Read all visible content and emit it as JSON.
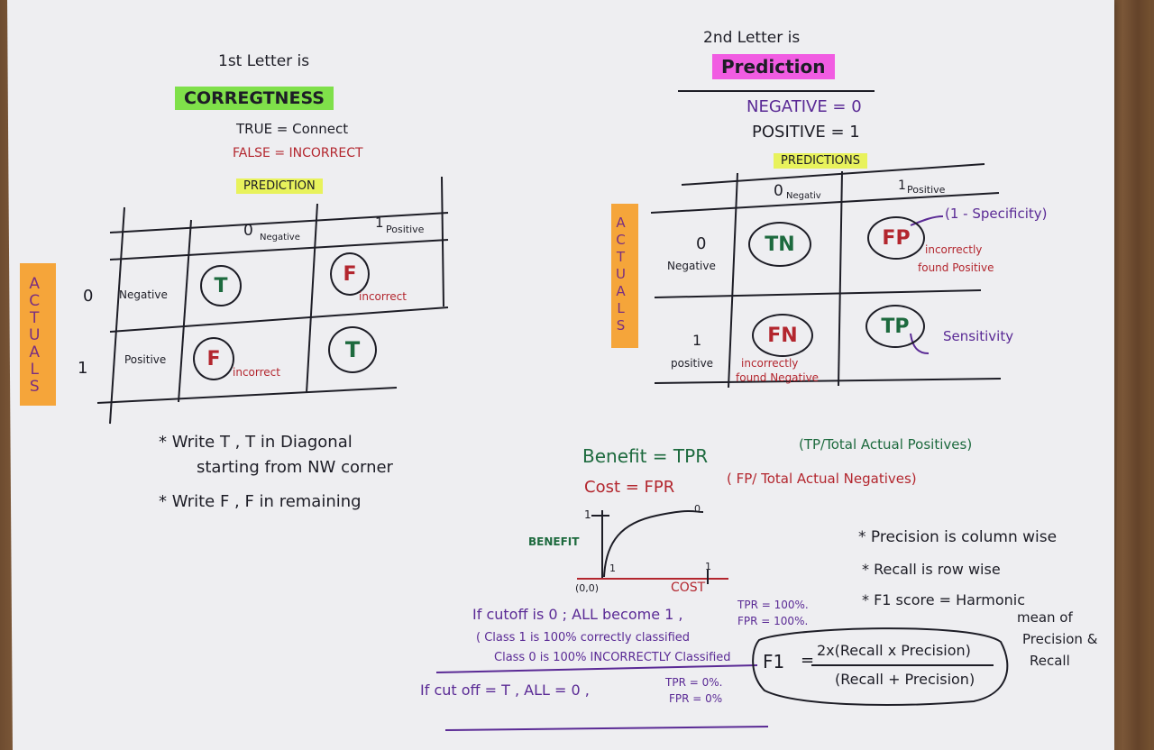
{
  "left": {
    "heading_1st": "1st Letter is",
    "correctness": "CORREGTNESS",
    "true_line": "TRUE = Connect",
    "false_line": "FALSE = INCORRECT",
    "prediction_hdr": "PREDICTION",
    "col0_num": "0",
    "col0_lbl": "Negative",
    "col1_num": "1",
    "col1_lbl": "Positive",
    "row0_num": "0",
    "row0_lbl": "Negative",
    "row1_num": "1",
    "row1_lbl": "Positive",
    "actuals": [
      "A",
      "C",
      "T",
      "U",
      "A",
      "L",
      "S"
    ],
    "cell_tn": "T",
    "cell_fp": "F",
    "cell_fp_note": "incorrect",
    "cell_fn": "F",
    "cell_fn_note": "incorrect",
    "cell_tp": "T",
    "note1_l1": "* Write T , T in Diagonal",
    "note1_l2": "starting from NW corner",
    "note2": "* Write F , F in remaining"
  },
  "right": {
    "heading_2nd": "2nd Letter is",
    "prediction": "Prediction",
    "neg_line": "NEGATIVE = 0",
    "pos_line": "POSITIVE = 1",
    "predictions_hdr": "PREDICTIONS",
    "col0_num": "0",
    "col0_lbl": "Negativ",
    "col1_num": "1",
    "col1_lbl": "Positive",
    "row0_num": "0",
    "row0_lbl": "Negative",
    "row1_num": "1",
    "row1_lbl": "positive",
    "actuals": [
      "A",
      "C",
      "T",
      "U",
      "A",
      "L",
      "S"
    ],
    "tn": "TN",
    "fp": "FP",
    "fp_note_l1": "incorrectly",
    "fp_note_l2": "found Positive",
    "specificity": "(1 - Specificity)",
    "fn": "FN",
    "fn_note_l1": "incorrectly",
    "fn_note_l2": "found Negative",
    "tp": "TP",
    "sensitivity": "Sensitivity"
  },
  "formulas": {
    "benefit": "Benefit = TPR",
    "benefit_paren": "(TP/Total Actual Positives)",
    "cost": "Cost = FPR",
    "cost_paren": "( FP/ Total Actual Negatives)",
    "graph_y_top": "1",
    "graph_y_lbl": "BENEFIT",
    "graph_curve_end": "0",
    "graph_origin": "(0,0)",
    "graph_x_one": "1",
    "graph_inner_one": "1",
    "graph_x_lbl": "COST",
    "cutoff0_l1": "If cutoff is 0 ; ALL become 1 ,",
    "cutoff0_tpr": "TPR = 100%.",
    "cutoff0_fpr": "FPR = 100%.",
    "cutoff0_l2": "( Class 1 is 100% correctly classified",
    "cutoff0_l3": "Class 0 is 100% INCORRECTLY Classified",
    "cutoff1_l1": "If cut off = T , ALL = 0 ,",
    "cutoff1_tpr": "TPR = 0%.",
    "cutoff1_fpr": "FPR = 0%",
    "precision_note": "* Precision is column wise",
    "recall_note": "* Recall is row wise",
    "f1_note_l1": "* F1 score = Harmonic",
    "f1_note_l2": "mean of",
    "f1_note_l3": "Precision &",
    "f1_note_l4": "Recall",
    "f1_lbl": "F1",
    "f1_eq": "=",
    "f1_num": "2x(Recall x Precision)",
    "f1_den": "(Recall + Precision)"
  },
  "colors": {
    "green_hl": "#7fe04a",
    "pink_hl": "#f15ce2",
    "yellow_hl": "#e8f25c",
    "orange_hl": "#f5a53a",
    "red_ink": "#b3262e",
    "green_ink": "#1d6a3e",
    "purple_ink": "#5a2a95"
  }
}
